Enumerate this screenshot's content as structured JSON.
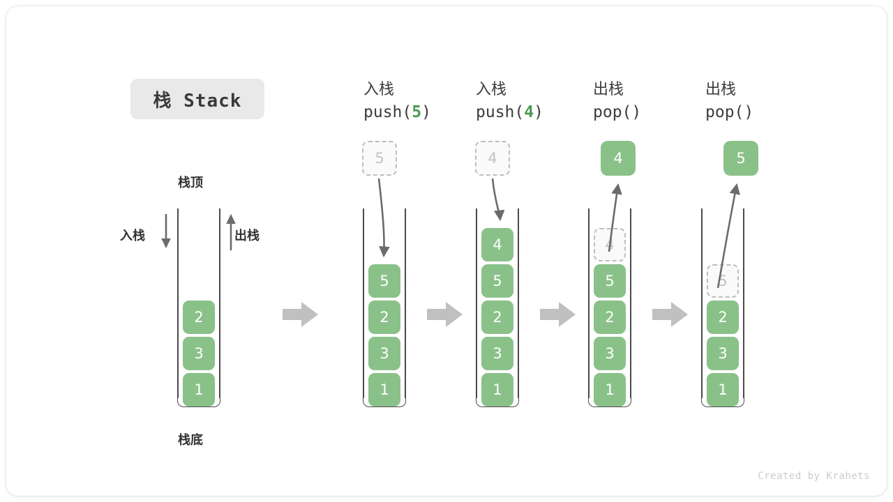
{
  "title": {
    "text": "栈 Stack"
  },
  "legend": {
    "top_label": "栈顶",
    "bottom_label": "栈底",
    "push_label": "入栈",
    "pop_label": "出栈"
  },
  "credit": "Created by Krahets",
  "colors": {
    "element_fill": "#8ac189",
    "element_text": "#ffffff",
    "ghost_fill": "#fafafa",
    "ghost_border": "#bdbdbd",
    "ghost_text": "#c3c3c3",
    "container_stroke": "#4a4a4a",
    "flow_arrow": "#c0c0c0",
    "motion_arrow": "#6b6b6b",
    "accent_green": "#4a9a53",
    "badge_bg": "#e9e9e9"
  },
  "flow_arrow_icon": "right-block-arrow",
  "steps": [
    {
      "id": "initial",
      "caption_cn": "",
      "caption_code": "",
      "code_prefix": "",
      "code_arg": "",
      "code_suffix": "",
      "stack": [
        "2",
        "3",
        "1"
      ],
      "floating": null,
      "ghost_in_stack": null
    },
    {
      "id": "push-5",
      "caption_cn": "入栈",
      "code_prefix": "push(",
      "code_arg": "5",
      "code_suffix": ")",
      "stack": [
        "5",
        "2",
        "3",
        "1"
      ],
      "floating": {
        "value": "5",
        "style": "ghost"
      },
      "arrow_direction": "down",
      "ghost_in_stack": null
    },
    {
      "id": "push-4",
      "caption_cn": "入栈",
      "code_prefix": "push(",
      "code_arg": "4",
      "code_suffix": ")",
      "stack": [
        "4",
        "5",
        "2",
        "3",
        "1"
      ],
      "floating": {
        "value": "4",
        "style": "ghost"
      },
      "arrow_direction": "down",
      "ghost_in_stack": null
    },
    {
      "id": "pop-4",
      "caption_cn": "出栈",
      "code_prefix": "pop(",
      "code_arg": "",
      "code_suffix": ")",
      "stack": [
        "5",
        "2",
        "3",
        "1"
      ],
      "floating": {
        "value": "4",
        "style": "filled"
      },
      "arrow_direction": "up",
      "ghost_in_stack": {
        "value": "4",
        "slot": 0
      }
    },
    {
      "id": "pop-5",
      "caption_cn": "出栈",
      "code_prefix": "pop(",
      "code_arg": "",
      "code_suffix": ")",
      "stack": [
        "2",
        "3",
        "1"
      ],
      "floating": {
        "value": "5",
        "style": "filled"
      },
      "arrow_direction": "up",
      "ghost_in_stack": {
        "value": "5",
        "slot": 1
      }
    }
  ]
}
